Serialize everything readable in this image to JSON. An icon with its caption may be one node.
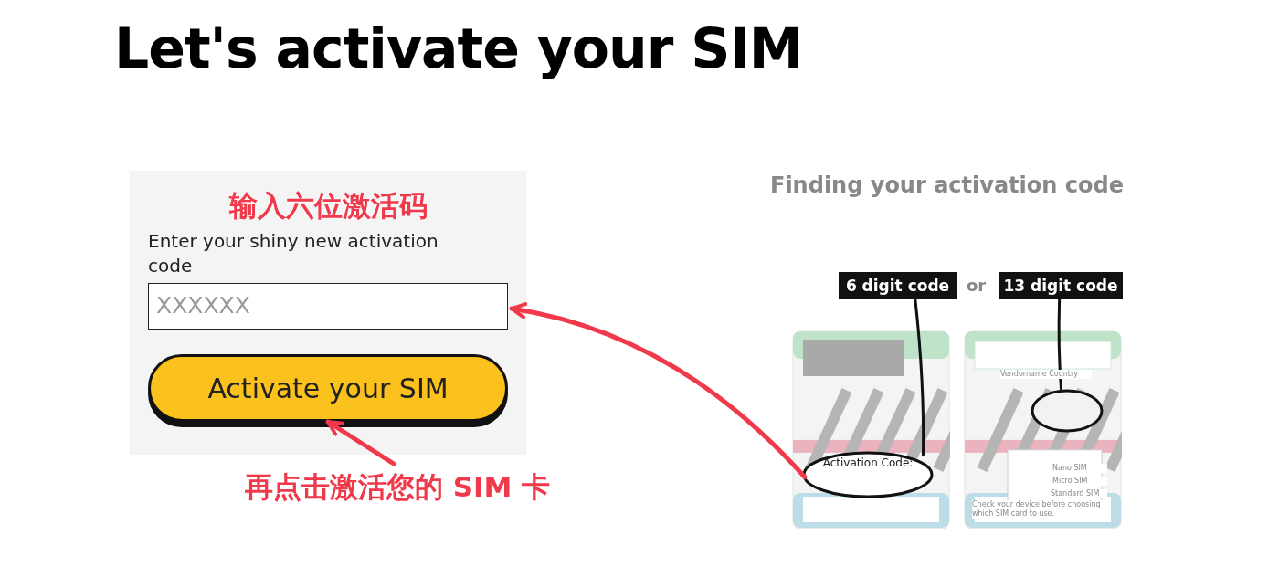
{
  "diagram": {
    "title": "Let's activate your SIM",
    "nodes": [
      {
        "text": [
          "输入六位激活码",
          "Enter your shiny new activation code"
        ]
      },
      {
        "text": [
          "XXXXXX"
        ],
        "in": 0
      },
      {
        "text": [
          "Activate your SIM"
        ],
        "in": 0
      },
      {
        "text": [
          "再点击激活您的 SIM 卡"
        ]
      },
      {
        "text": [
          "6 digit code"
        ]
      },
      {
        "text": [
          "13 digit code"
        ]
      },
      {
        "text": [],
        "shape": "picture"
      },
      {
        "text": [
          "Activation Code:"
        ],
        "in": 6
      },
      {
        "text": [],
        "shape": "picture"
      },
      {
        "text": [],
        "shape": "ellipse",
        "in": 8
      }
    ],
    "edges": [
      {
        "from": 4,
        "to": 7,
        "arrow": "none"
      },
      {
        "from": 5,
        "to": 9,
        "arrow": "none"
      },
      {
        "from": 7,
        "to": 1,
        "arrow": "to",
        "color": "#f0394a"
      },
      {
        "from": 3,
        "to": 2,
        "arrow": "to",
        "color": "#f0394a"
      }
    ],
    "labels": [
      "Finding your activation code",
      "or",
      "Vendorname Country",
      "Nano SIM",
      "Micro SIM",
      "Standard SIM",
      "Check your device before choosing which SIM card to use."
    ]
  }
}
